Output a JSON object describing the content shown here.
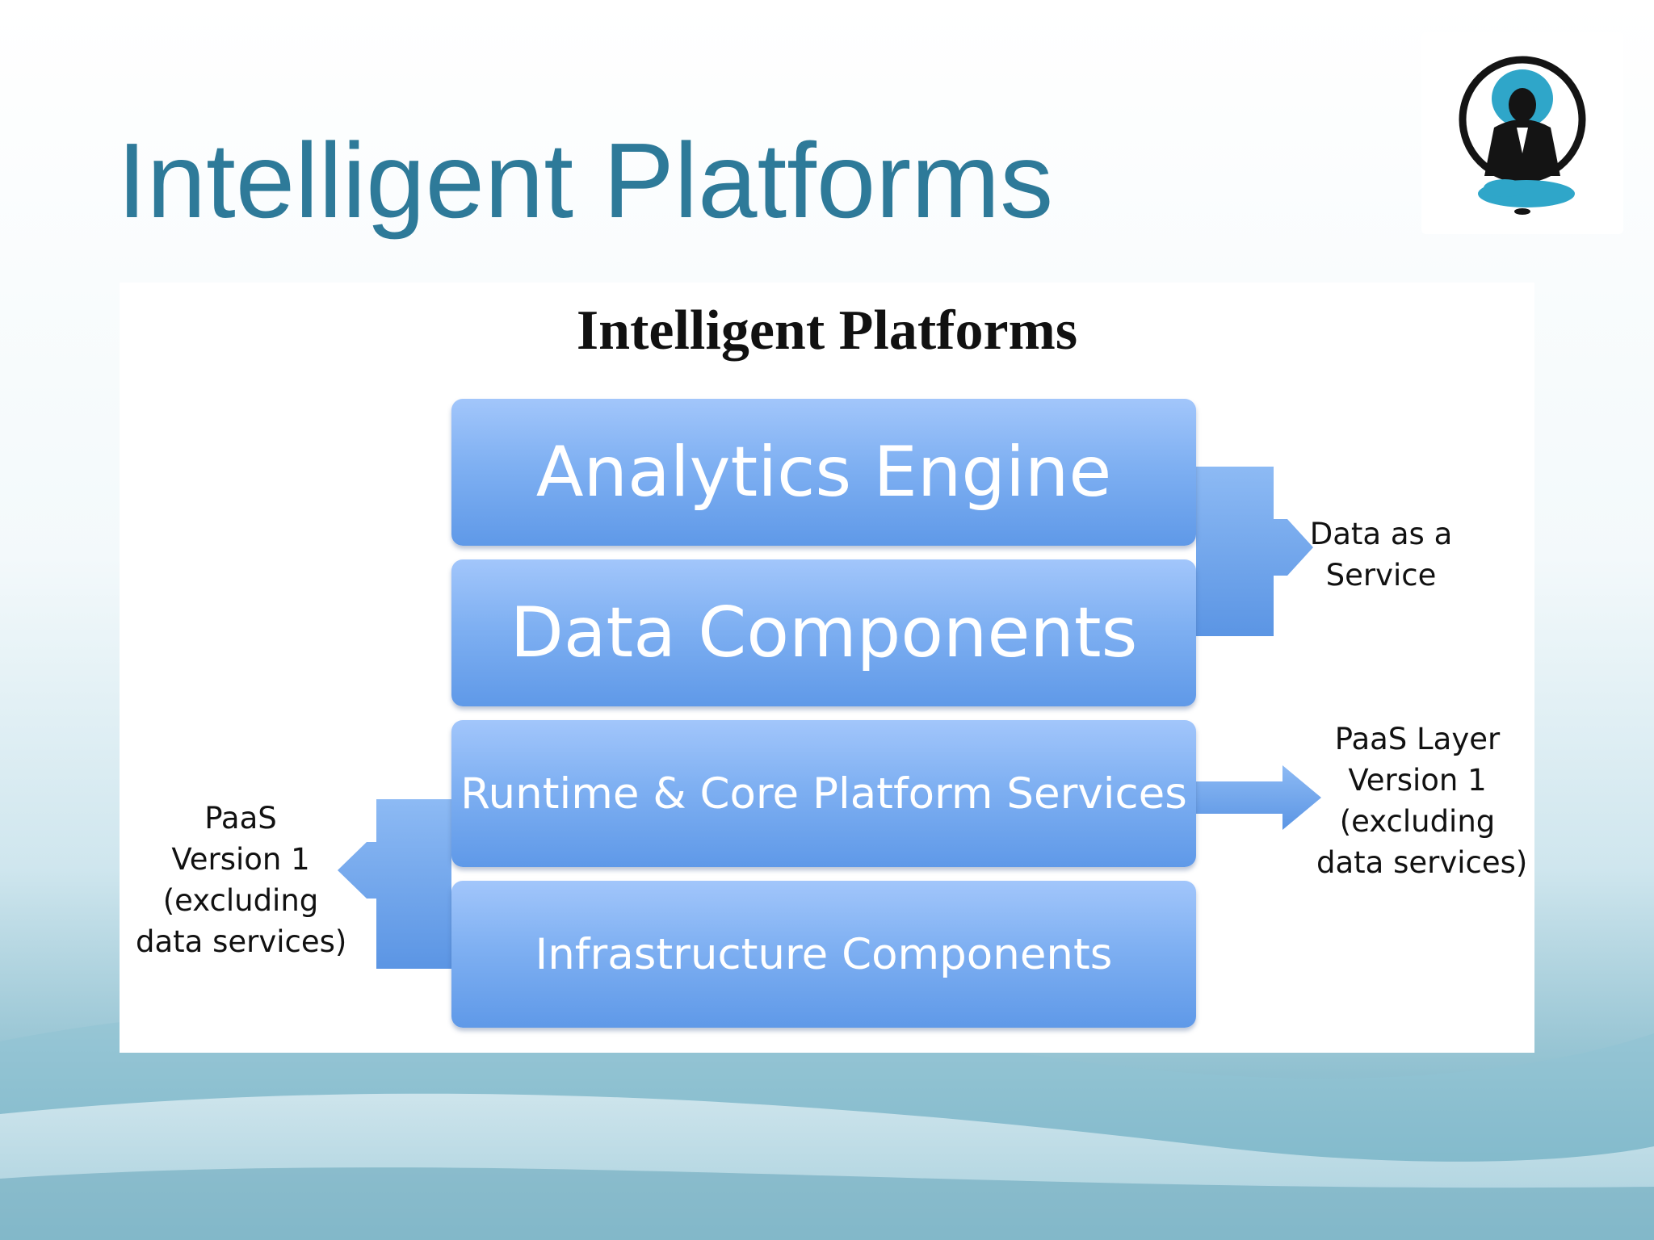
{
  "slide": {
    "title": "Intelligent Platforms"
  },
  "logo": {
    "icon": "meditating-person-logo-icon"
  },
  "diagram": {
    "title": "Intelligent Platforms",
    "layers": [
      {
        "label": "Analytics Engine"
      },
      {
        "label": "Data Components"
      },
      {
        "label": "Runtime & Core Platform Services"
      },
      {
        "label": "Infrastructure Components"
      }
    ],
    "annotations": {
      "daas": [
        "Data as a",
        "Service"
      ],
      "paas_layer": [
        "PaaS Layer",
        "Version 1",
        "(excluding",
        "data services)"
      ],
      "paas_left": [
        "PaaS",
        "Version 1",
        "(excluding",
        "data services)"
      ]
    }
  },
  "colors": {
    "title": "#2e7a99",
    "box_top": "#a2c6fb",
    "box_bottom": "#5f99e8",
    "arrow": "#6aa2ec"
  }
}
